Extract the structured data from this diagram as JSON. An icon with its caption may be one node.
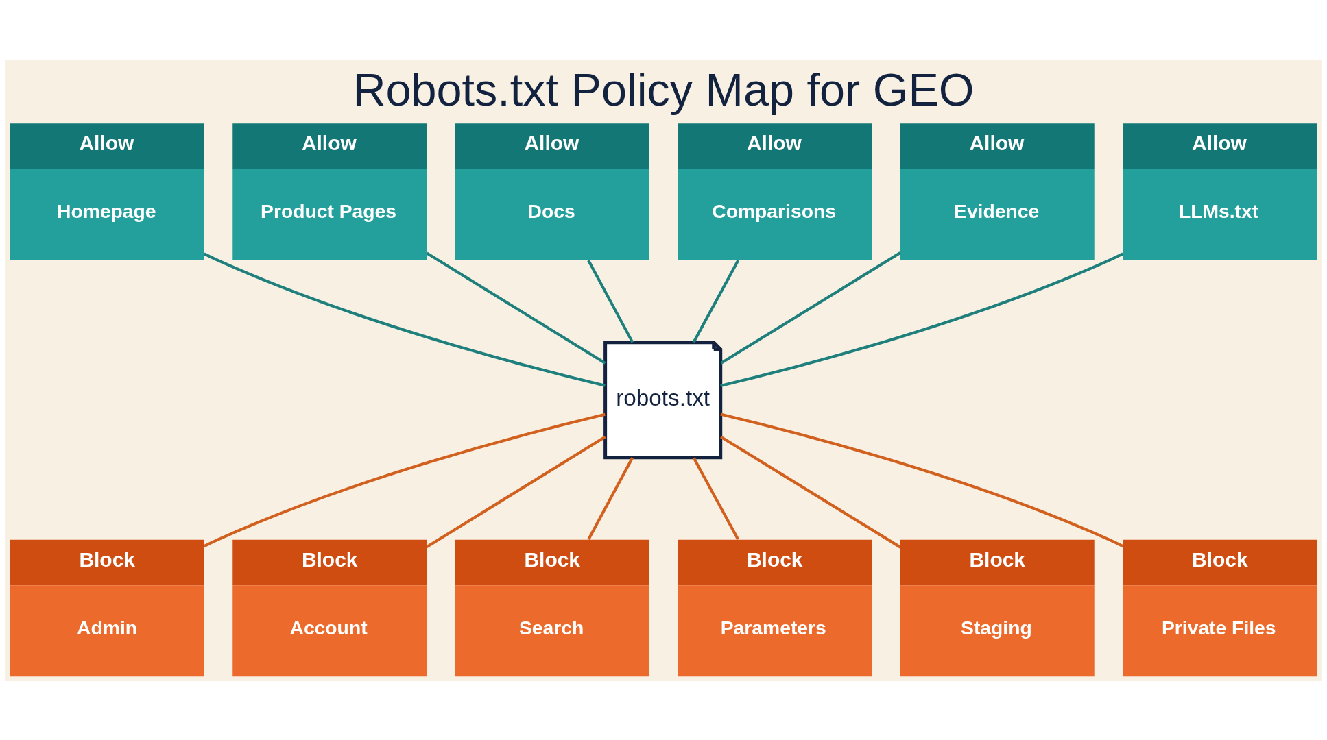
{
  "diagram": {
    "title": "Robots.txt Policy Map for GEO",
    "nodes": [
      {
        "text": [
          "robots.txt"
        ]
      },
      {
        "text": [
          "Allow",
          "Homepage"
        ]
      },
      {
        "text": [
          "Allow",
          "Product Pages"
        ]
      },
      {
        "text": [
          "Allow",
          "Docs"
        ]
      },
      {
        "text": [
          "Allow",
          "Comparisons"
        ]
      },
      {
        "text": [
          "Allow",
          "Evidence"
        ]
      },
      {
        "text": [
          "Allow",
          "LLMs.txt"
        ]
      },
      {
        "text": [
          "Block",
          "Admin"
        ]
      },
      {
        "text": [
          "Block",
          "Account"
        ]
      },
      {
        "text": [
          "Block",
          "Search"
        ]
      },
      {
        "text": [
          "Block",
          "Parameters"
        ]
      },
      {
        "text": [
          "Block",
          "Staging"
        ]
      },
      {
        "text": [
          "Block",
          "Private Files"
        ]
      }
    ],
    "edges": [
      {
        "from": 1,
        "to": 0,
        "arrow": "none",
        "color": "#1e7f7c"
      },
      {
        "from": 2,
        "to": 0,
        "arrow": "none",
        "color": "#1e7f7c"
      },
      {
        "from": 3,
        "to": 0,
        "arrow": "none",
        "color": "#1e7f7c"
      },
      {
        "from": 4,
        "to": 0,
        "arrow": "none",
        "color": "#1e7f7c"
      },
      {
        "from": 5,
        "to": 0,
        "arrow": "none",
        "color": "#1e7f7c"
      },
      {
        "from": 6,
        "to": 0,
        "arrow": "none",
        "color": "#1e7f7c"
      },
      {
        "from": 0,
        "to": 7,
        "arrow": "none",
        "color": "#d2601f"
      },
      {
        "from": 0,
        "to": 8,
        "arrow": "none",
        "color": "#d2601f"
      },
      {
        "from": 0,
        "to": 9,
        "arrow": "none",
        "color": "#d2601f"
      },
      {
        "from": 0,
        "to": 10,
        "arrow": "none",
        "color": "#d2601f"
      },
      {
        "from": 0,
        "to": 11,
        "arrow": "none",
        "color": "#d2601f"
      },
      {
        "from": 0,
        "to": 12,
        "arrow": "none",
        "color": "#d2601f"
      }
    ]
  }
}
